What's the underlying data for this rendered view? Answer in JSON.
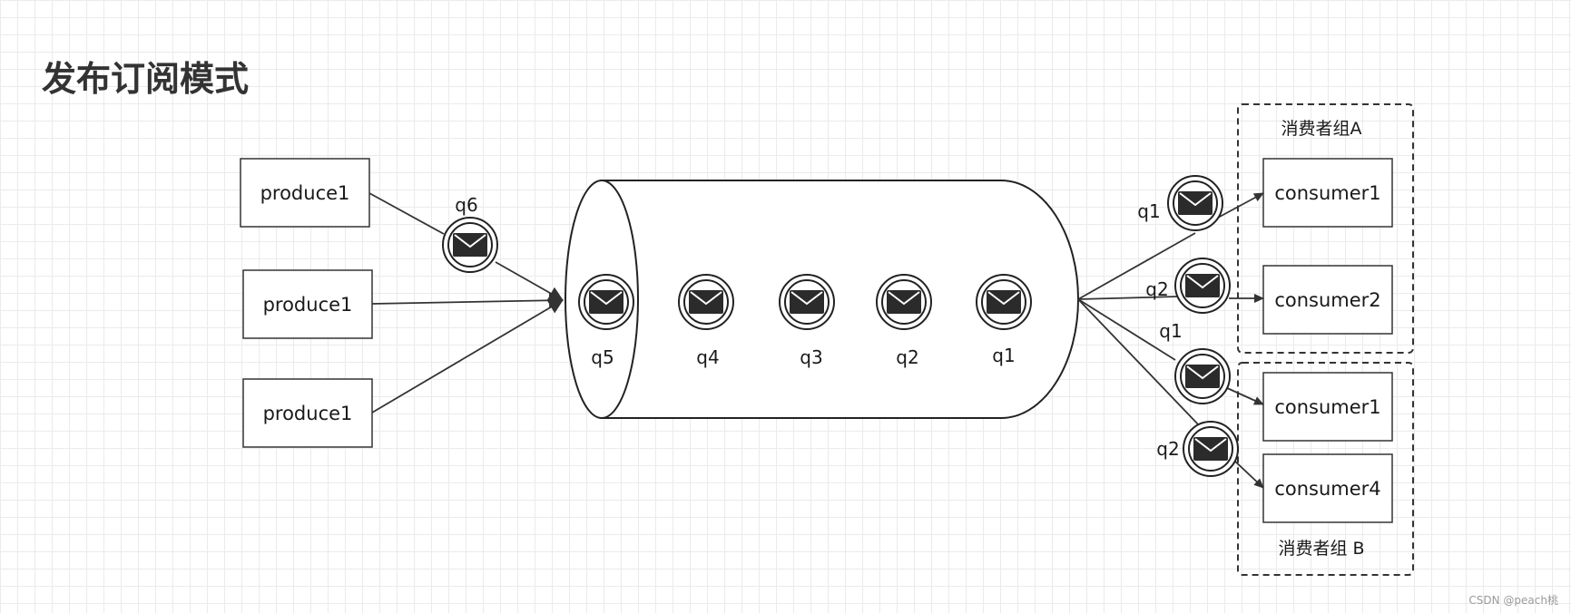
{
  "title": "发布订阅模式",
  "producers": [
    {
      "label": "produce1"
    },
    {
      "label": "produce1"
    },
    {
      "label": "produce1"
    }
  ],
  "inflight_producer_message": {
    "label": "q6"
  },
  "queue": {
    "messages": [
      {
        "label": "q5"
      },
      {
        "label": "q4"
      },
      {
        "label": "q3"
      },
      {
        "label": "q2"
      },
      {
        "label": "q1"
      }
    ]
  },
  "consumer_groups": [
    {
      "name": "消费者组A",
      "consumers": [
        {
          "label": "consumer1"
        },
        {
          "label": "consumer2"
        }
      ]
    },
    {
      "name": "消费者组 B",
      "consumers": [
        {
          "label": "consumer1"
        },
        {
          "label": "consumer4"
        }
      ]
    }
  ],
  "delivered_messages": [
    {
      "label": "q1"
    },
    {
      "label": "q2"
    },
    {
      "label": "q1"
    },
    {
      "label": "q2"
    }
  ],
  "watermark": "CSDN @peach桃",
  "colors": {
    "stroke": "#333333",
    "envelope": "#2b2b2b",
    "grid": "#ebebeb"
  },
  "icons": {
    "message": "envelope-icon",
    "arrow": "arrowhead"
  }
}
